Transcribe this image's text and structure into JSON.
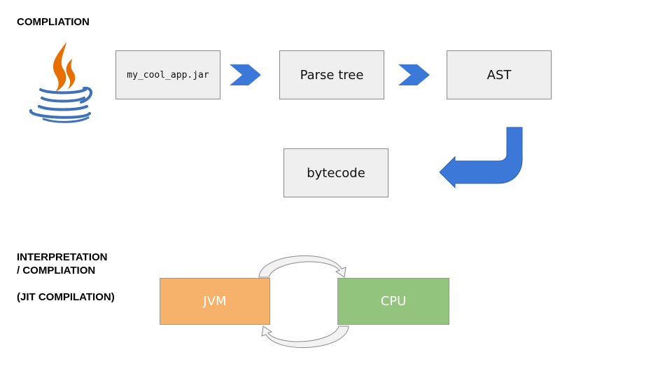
{
  "compilation": {
    "heading": "COMPLIATION",
    "steps": [
      "my_cool_app.jar",
      "Parse tree",
      "AST",
      "bytecode"
    ]
  },
  "interpretation": {
    "heading_line1": "INTERPRETATION",
    "heading_line2": "/ COMPLIATION",
    "heading_jit": "(JIT COMPILATION)",
    "jvm_label": "JVM",
    "cpu_label": "CPU"
  },
  "icons": {
    "logo": "java-coffee-cup-icon"
  },
  "colors": {
    "arrow": "#3c78d8",
    "jvm": "#f6b26b",
    "cpu": "#93c47d",
    "box": "#efefef",
    "logo_flame": "#e76f00",
    "logo_cup": "#3f72b8"
  }
}
